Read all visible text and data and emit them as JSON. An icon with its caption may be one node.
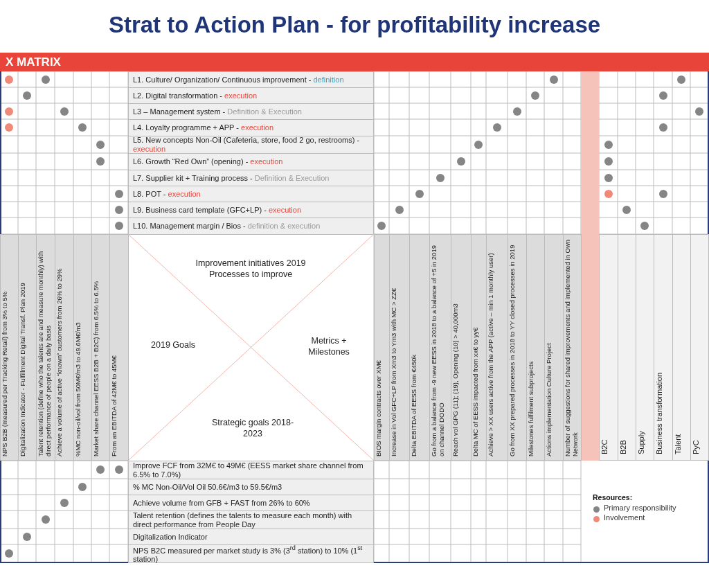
{
  "diagram": {
    "title": "Strat to Action Plan - for profitability increase",
    "labels": [
      "X MATRIX",
      "L1. Culture/ Organization/ Continuous improvement - definition",
      "L2. Digital transformation - execution",
      "L3 – Management system - Definition & Execution",
      "L4. Loyalty programme + APP - execution",
      "L5. New concepts Non-Oil (Cafeteria, store, food 2 go, restrooms) - execution",
      "L6. Growth “Red Own” (opening) - execution",
      "L7. Supplier kit + Training process - Definition & Execution",
      "L8. POT - execution",
      "L9. Business card template (GFC+LP) - execution",
      "L10. Management margin / Bios - definition & execution",
      "NPS B2B (measured per Tracking Retail) from 3% to 5%",
      "Digitalization Indicator - Fulfillment Digital Transf. Plan 2019",
      "Talent retention (define who the talents are and measure monthly) with direct performance of people on a daily basis",
      "Achieve a volume of active “known” customers from 26% to 29%",
      "%MC non-oil/vol from 50M€/m3 to 49.6M€/m3",
      "Market share channel EESS B2B + B2C) from 6.5% to 6.5%",
      "From an EBITDA of 42M€ to 45M€",
      "Improvement initiatives 2019 Processes to improve",
      "2019 Goals",
      "Metrics + Milestones",
      "Strategic goals 2018-2023",
      "BIOS margin contracts over XM€",
      "Increase in Vol GFC+LP from Xm3 to Ym3 with MC > ZZ€",
      "Delta EBITDA of EESS from €450k",
      "Go from a balance from -9 new EESS in 2018 to a balance of +5 in 2019 on channel DODO",
      "Reach vol GPG (11); (19), Opening (10) > 40,000m3",
      "Delta MC of EESS impacted from xx€ to yy€",
      "Achieve > XX users active from the APP (active – min 1 monthly user)",
      "Go from XX prepared processes in 2018 to YY closed processes in 2019",
      "Milestones fulfilment subprojects",
      "Actions implementation Culture Project",
      "Number of suggestions for shared improvements and implemented in Own Network",
      "B2C",
      "B2B",
      "Supply",
      "Business transformation",
      "Talent",
      "PyC",
      "Improve FCF from 32M€ to 49M€ (EESS market share channel from 6.5% to 7.0%)",
      "% MC Non-Oil/Vol Oil 50.6€/m3 to 59.5€/m3",
      "Achieve volume from GFB + FAST from 26% to 60%",
      "Talent retention (defines the talents to measure each month) with direct performance from People Day",
      "Digitalization Indicator",
      "NPS B2C measured per market study is 3% (3$^{rd}$ station) to 10% (1$^{st}$  station)",
      "Resources:"
    ],
    "legend": [
      {
        "text": "Primary responsibility",
        "color": "#858585"
      },
      {
        "text": "Involvement",
        "color": "#f08a78"
      }
    ]
  }
}
